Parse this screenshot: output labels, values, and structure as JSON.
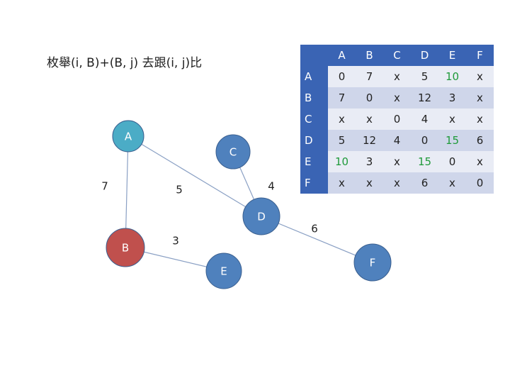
{
  "title": "枚舉(i, B)+(B, j) 去跟(i, j)比",
  "colors": {
    "node_blue": "#4f81bd",
    "node_cyan": "#4bacc6",
    "node_red": "#c0504d",
    "header": "#3a64b4",
    "highlight": "#1f9a3a"
  },
  "graph": {
    "nodes": [
      {
        "id": "A",
        "label": "A",
        "color": "#4bacc6"
      },
      {
        "id": "B",
        "label": "B",
        "color": "#c0504d"
      },
      {
        "id": "C",
        "label": "C",
        "color": "#4f81bd"
      },
      {
        "id": "D",
        "label": "D",
        "color": "#4f81bd"
      },
      {
        "id": "E",
        "label": "E",
        "color": "#4f81bd"
      },
      {
        "id": "F",
        "label": "F",
        "color": "#4f81bd"
      }
    ],
    "edges": [
      {
        "from": "A",
        "to": "B",
        "weight": "7"
      },
      {
        "from": "A",
        "to": "D",
        "weight": "5"
      },
      {
        "from": "C",
        "to": "D",
        "weight": "4"
      },
      {
        "from": "B",
        "to": "E",
        "weight": "3"
      },
      {
        "from": "D",
        "to": "F",
        "weight": "6"
      }
    ]
  },
  "matrix": {
    "headers": [
      "A",
      "B",
      "C",
      "D",
      "E",
      "F"
    ],
    "rows": [
      {
        "label": "A",
        "cells": [
          "0",
          "7",
          "x",
          "5",
          "10",
          "x"
        ],
        "highlight": [
          4
        ]
      },
      {
        "label": "B",
        "cells": [
          "7",
          "0",
          "x",
          "12",
          "3",
          "x"
        ],
        "highlight": []
      },
      {
        "label": "C",
        "cells": [
          "x",
          "x",
          "0",
          "4",
          "x",
          "x"
        ],
        "highlight": []
      },
      {
        "label": "D",
        "cells": [
          "5",
          "12",
          "4",
          "0",
          "15",
          "6"
        ],
        "highlight": [
          4
        ]
      },
      {
        "label": "E",
        "cells": [
          "10",
          "3",
          "x",
          "15",
          "0",
          "x"
        ],
        "highlight": [
          0,
          3
        ]
      },
      {
        "label": "F",
        "cells": [
          "x",
          "x",
          "x",
          "6",
          "x",
          "0"
        ],
        "highlight": []
      }
    ]
  }
}
